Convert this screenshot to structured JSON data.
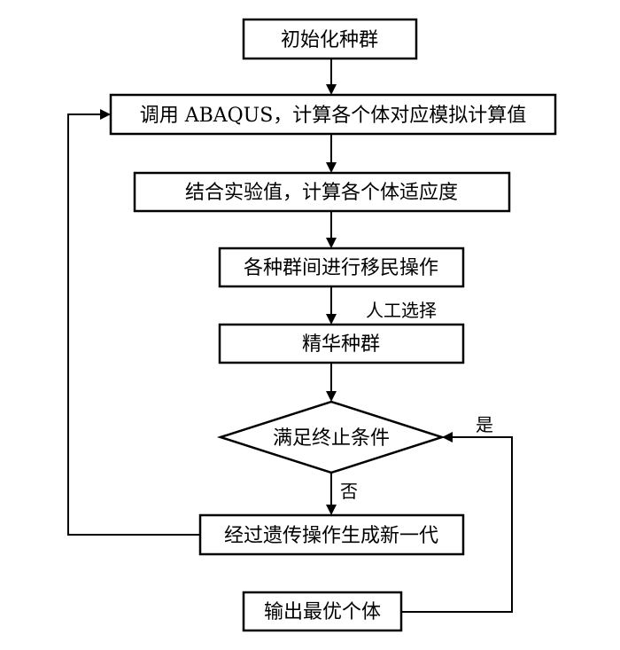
{
  "flowchart": {
    "steps": {
      "init": "初始化种群",
      "abaqus": "调用 ABAQUS，计算各个体对应模拟计算值",
      "fitness": "结合实验值，计算各个体适应度",
      "migrate": "各种群间进行移民操作",
      "elite": "精华种群",
      "condition": "满足终止条件",
      "genetic": "经过遗传操作生成新一代",
      "output": "输出最优个体"
    },
    "edge_labels": {
      "manual_select": "人工选择",
      "yes": "是",
      "no": "否"
    }
  }
}
